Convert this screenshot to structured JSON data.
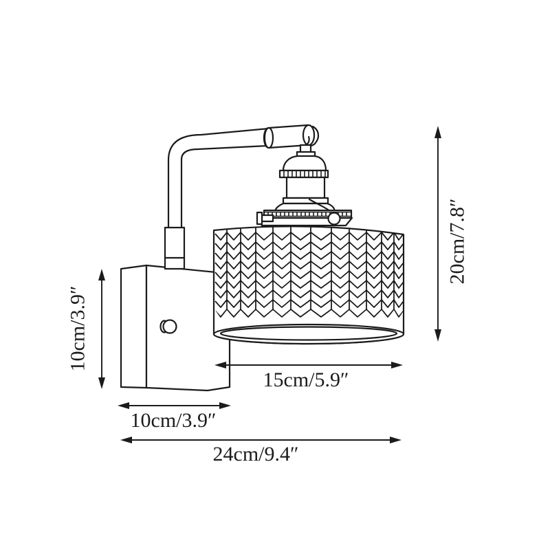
{
  "page": {
    "background": "#ffffff",
    "line_color": "#1b1b1b"
  },
  "diagram": {
    "kind": "wall-lamp-dimension-drawing",
    "labels": {
      "total_height": "20cm/7.8″",
      "bracket_height": "10cm/3.9″",
      "shade_diameter": "15cm/5.9″",
      "bracket_width": "10cm/3.9″",
      "total_depth": "24cm/9.4″"
    }
  }
}
